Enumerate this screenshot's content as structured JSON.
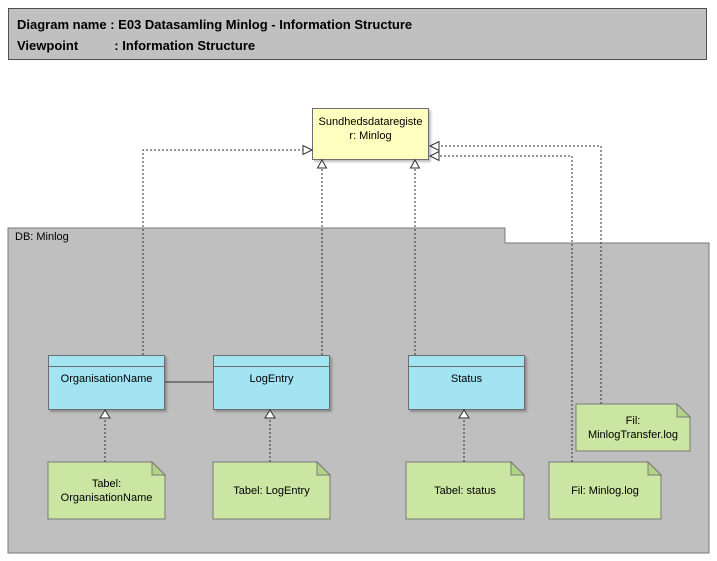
{
  "header": {
    "line1": "Diagram name : E03 Datasamling Minlog - Information Structure",
    "line2": "Viewpoint          : Information Structure"
  },
  "business_object": {
    "label": "Sundhedsdataregister: Minlog"
  },
  "group": {
    "label": "DB: Minlog"
  },
  "classes": [
    {
      "label": "OrganisationName"
    },
    {
      "label": "LogEntry"
    },
    {
      "label": "Status"
    }
  ],
  "notes": [
    {
      "label": "Tabel: OrganisationName"
    },
    {
      "label": "Tabel: LogEntry"
    },
    {
      "label": "Tabel: status"
    },
    {
      "label": "Fil: Minlog.log"
    },
    {
      "label": "Fil: MinlogTransfer.log"
    }
  ],
  "colors": {
    "header_fill": "#c0c0c0",
    "object_fill": "#ffffc0",
    "class_fill": "#a3e4f2",
    "note_fill": "#cbe6a3",
    "note_fold_fill": "#b2d386",
    "group_fill": "#bfbfbf",
    "line": "#303030"
  }
}
